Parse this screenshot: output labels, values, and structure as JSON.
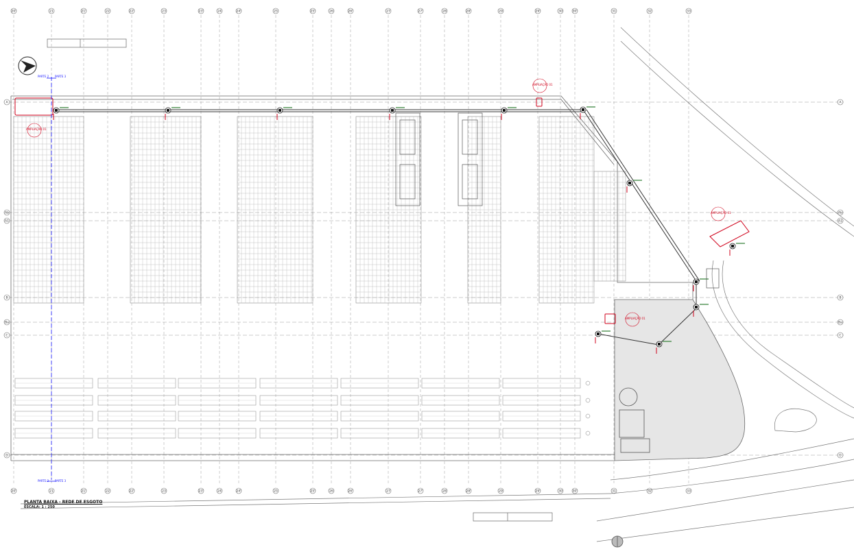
{
  "drawing": {
    "title": "PLANTA BAIXA - REDE DE ESGOTO",
    "scale": "ESCALA: 1 : 250"
  },
  "grid_columns": [
    {
      "label": "20'"
    },
    {
      "label": "21"
    },
    {
      "label": "21'"
    },
    {
      "label": "22"
    },
    {
      "label": "22'"
    },
    {
      "label": "23"
    },
    {
      "label": "23'"
    },
    {
      "label": "24"
    },
    {
      "label": "24'"
    },
    {
      "label": "25"
    },
    {
      "label": "25'"
    },
    {
      "label": "26"
    },
    {
      "label": "26'"
    },
    {
      "label": "27"
    },
    {
      "label": "27'"
    },
    {
      "label": "28"
    },
    {
      "label": "28'"
    },
    {
      "label": "29"
    },
    {
      "label": "29'"
    },
    {
      "label": "30"
    },
    {
      "label": "30'"
    },
    {
      "label": "31"
    },
    {
      "label": "32"
    },
    {
      "label": "33"
    }
  ],
  "grid_rows": [
    {
      "label": "A"
    },
    {
      "label": "Ab"
    },
    {
      "label": "A1"
    },
    {
      "label": "B"
    },
    {
      "label": "Ba"
    },
    {
      "label": "C"
    },
    {
      "label": "D"
    }
  ],
  "section_marks": [
    "PARTE 2",
    "PARTE 3"
  ],
  "ampliacao_label": "AMPLIAÇÃO 01",
  "colors": {
    "line": "#555555",
    "grid": "#888888",
    "accent": "#d0021b",
    "green": "#2e7d32",
    "fill": "#e9e9e9"
  }
}
